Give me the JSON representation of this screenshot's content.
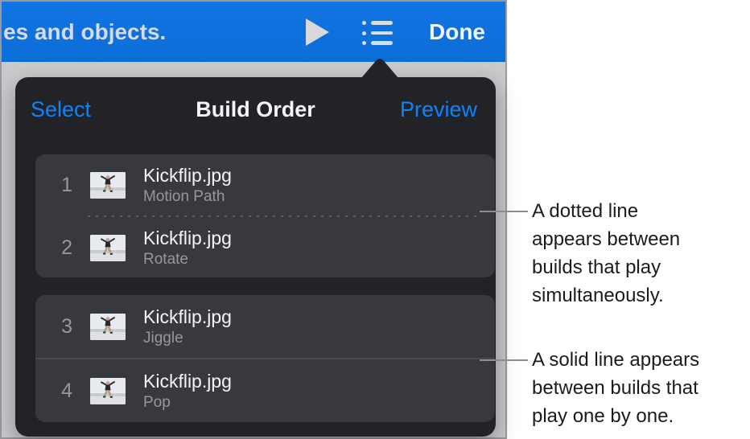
{
  "toolbar": {
    "truncated_text": "es and objects.",
    "done_label": "Done"
  },
  "icons": {
    "play": "play-icon",
    "build_order": "build-order-list-icon",
    "thumbnail": "kickflip-photo-thumbnail"
  },
  "popover": {
    "select_label": "Select",
    "title": "Build Order",
    "preview_label": "Preview",
    "groups": [
      {
        "separator": "dotted",
        "items": [
          {
            "order": "1",
            "filename": "Kickflip.jpg",
            "effect": "Motion Path"
          },
          {
            "order": "2",
            "filename": "Kickflip.jpg",
            "effect": "Rotate"
          }
        ]
      },
      {
        "separator": "solid",
        "items": [
          {
            "order": "3",
            "filename": "Kickflip.jpg",
            "effect": "Jiggle"
          },
          {
            "order": "4",
            "filename": "Kickflip.jpg",
            "effect": "Pop"
          }
        ]
      }
    ]
  },
  "callouts": [
    {
      "lines": [
        "A dotted line",
        "appears between",
        "builds that play",
        "simultaneously."
      ]
    },
    {
      "lines": [
        "A solid line appears",
        "between builds that",
        "play one by one."
      ]
    }
  ],
  "colors": {
    "toolbar_blue": "#0d6fd9",
    "accent_blue": "#0a84ff",
    "panel_bg": "#232327",
    "card_bg": "#39393d",
    "slide_gray": "#c9cacc",
    "callout_line_gray": "#8d8d8d",
    "title_white": "#f5f5f7",
    "secondary_gray": "#97979c"
  }
}
